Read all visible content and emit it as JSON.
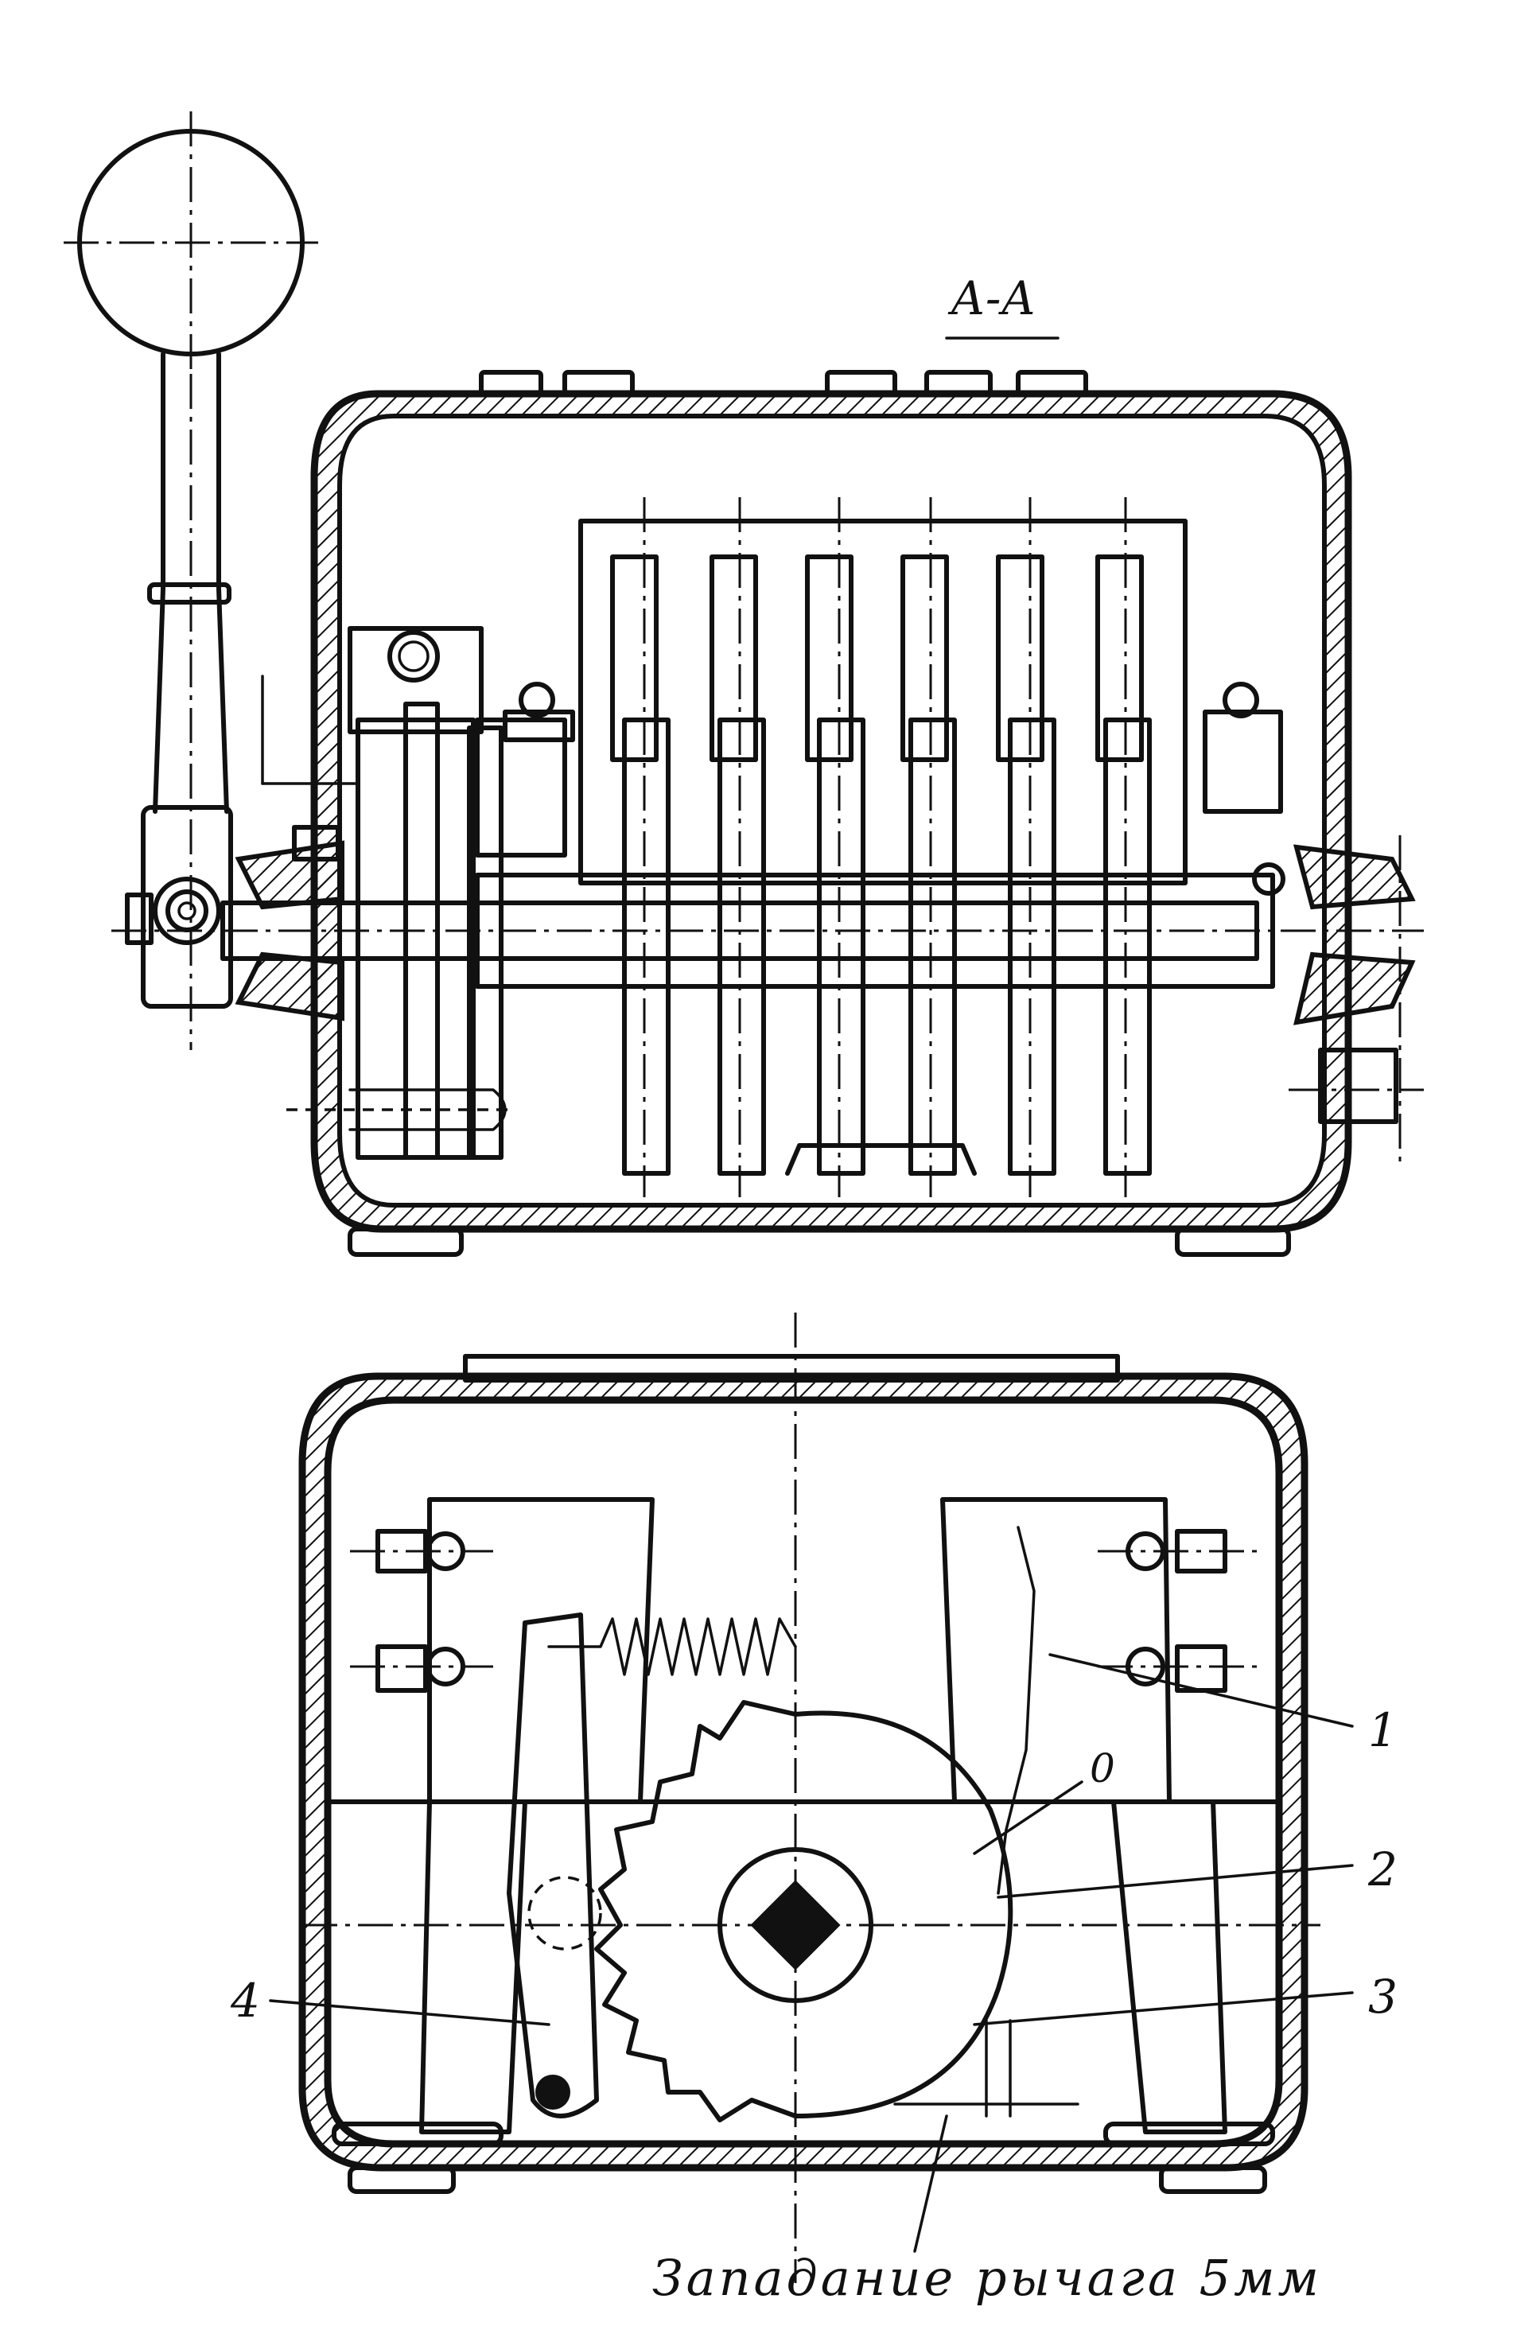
{
  "section_label": "А-А",
  "callouts": {
    "c1": "1",
    "c2": "2",
    "c3": "3",
    "c4": "4",
    "c0": "0"
  },
  "caption": "Западание рычага 5мм"
}
